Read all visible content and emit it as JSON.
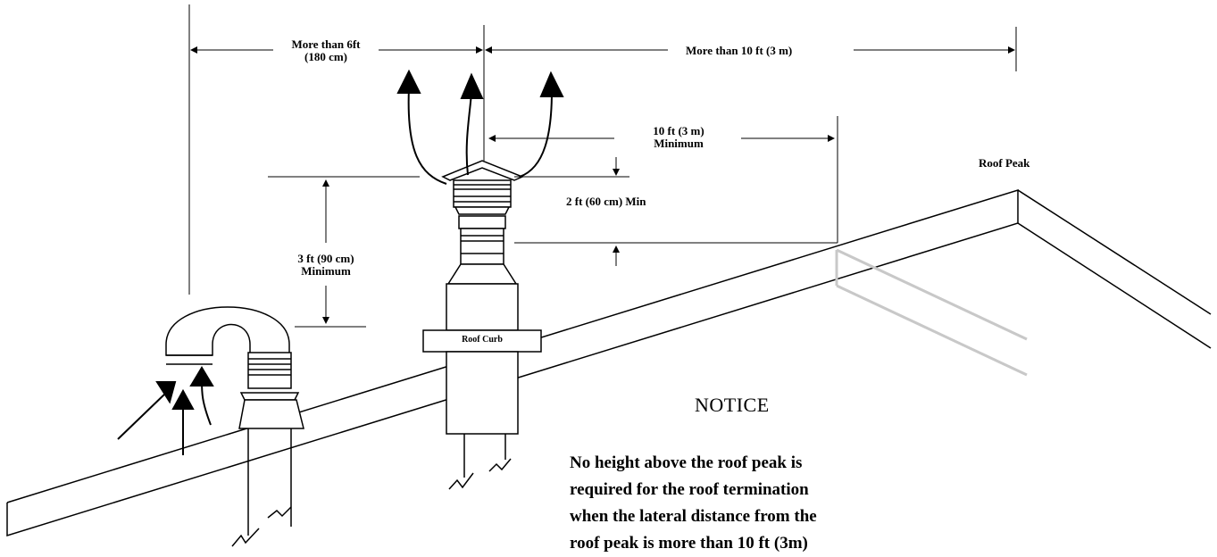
{
  "labels": {
    "dim_6ft_line1": "More than 6ft",
    "dim_6ft_line2": "(180 cm)",
    "dim_10ft_peak": "More than 10 ft (3 m)",
    "dim_10ft_min_line1": "10 ft (3 m)",
    "dim_10ft_min_line2": "Minimum",
    "dim_2ft": "2 ft (60 cm) Min",
    "dim_3ft_line1": "3 ft (90 cm)",
    "dim_3ft_line2": "Minimum",
    "roof_peak": "Roof Peak",
    "roof_curb": "Roof Curb"
  },
  "notice": {
    "title": "NOTICE",
    "lines": [
      "No height above the roof peak is",
      "required for the roof termination",
      "when the lateral distance from the",
      "roof peak is more than 10 ft (3m)"
    ]
  },
  "colors": {
    "line": "#000000",
    "hidden_edge": "#c8c8c8",
    "background": "#ffffff"
  }
}
